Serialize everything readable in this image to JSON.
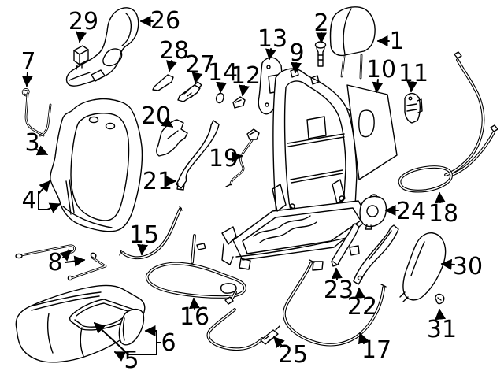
{
  "figure": {
    "background_color": "#ffffff",
    "line_color": "#000000"
  },
  "callouts": [
    {
      "label": "1"
    },
    {
      "label": "2"
    },
    {
      "label": "3"
    },
    {
      "label": "4"
    },
    {
      "label": "5"
    },
    {
      "label": "6"
    },
    {
      "label": "7"
    },
    {
      "label": "8"
    },
    {
      "label": "9"
    },
    {
      "label": "10"
    },
    {
      "label": "11"
    },
    {
      "label": "12"
    },
    {
      "label": "13"
    },
    {
      "label": "14"
    },
    {
      "label": "15"
    },
    {
      "label": "16"
    },
    {
      "label": "17"
    },
    {
      "label": "18"
    },
    {
      "label": "19"
    },
    {
      "label": "20"
    },
    {
      "label": "21"
    },
    {
      "label": "22"
    },
    {
      "label": "23"
    },
    {
      "label": "24"
    },
    {
      "label": "25"
    },
    {
      "label": "26"
    },
    {
      "label": "27"
    },
    {
      "label": "28"
    },
    {
      "label": "29"
    },
    {
      "label": "30"
    },
    {
      "label": "31"
    }
  ]
}
